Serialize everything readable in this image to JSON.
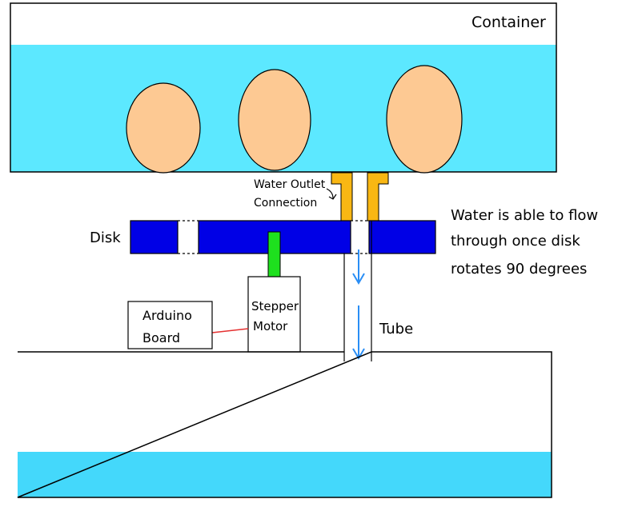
{
  "labels": {
    "container": "Container",
    "water_outlet_line1": "Water Outlet",
    "water_outlet_line2": "Connection",
    "disk": "Disk",
    "note_line1": "Water is able to flow",
    "note_line2": "through once disk",
    "note_line3": "rotates 90 degrees",
    "tube": "Tube",
    "arduino_line1": "Arduino",
    "arduino_line2": "Board",
    "stepper_line1": "Stepper",
    "stepper_line2": "Motor"
  },
  "colors": {
    "water_top": "#5ce8ff",
    "water_bottom": "#44d8fb",
    "egg": "#fdc993",
    "disk": "#0000e6",
    "shaft": "#1ee01e",
    "outlet": "#f9b713",
    "arrow": "#2a8ef5",
    "wire": "#e53030"
  }
}
